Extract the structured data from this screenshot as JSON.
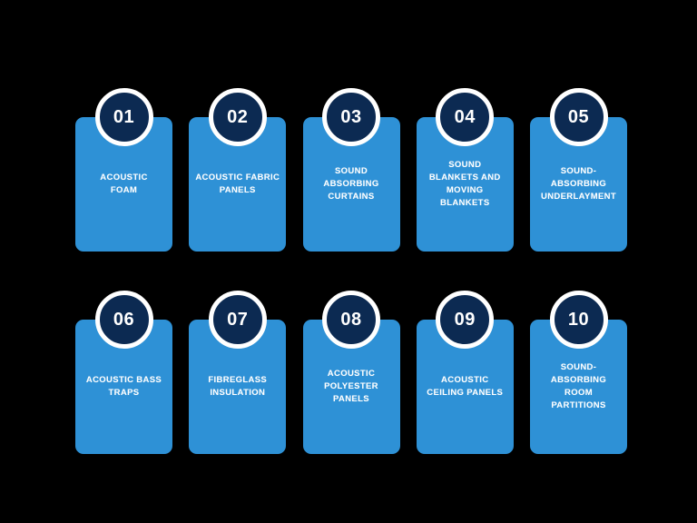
{
  "infographic": {
    "background_color": "#000000",
    "card_color": "#2E91D6",
    "badge_color": "#0C2A52",
    "badge_ring_color": "#FFFFFF",
    "label_color": "#FFFFFF"
  },
  "rows": [
    {
      "cards": [
        {
          "number": "01",
          "label": "ACOUSTIC\nFOAM"
        },
        {
          "number": "02",
          "label": "ACOUSTIC FABRIC\nPANELS"
        },
        {
          "number": "03",
          "label": "SOUND\nABSORBING\nCURTAINS"
        },
        {
          "number": "04",
          "label": "SOUND\nBLANKETS AND\nMOVING\nBLANKETS"
        },
        {
          "number": "05",
          "label": "SOUND-\nABSORBING\nUNDERLAYMENT"
        }
      ]
    },
    {
      "cards": [
        {
          "number": "06",
          "label": "ACOUSTIC BASS\nTRAPS"
        },
        {
          "number": "07",
          "label": "FIBREGLASS\nINSULATION"
        },
        {
          "number": "08",
          "label": "ACOUSTIC\nPOLYESTER\nPANELS"
        },
        {
          "number": "09",
          "label": "ACOUSTIC\nCEILING PANELS"
        },
        {
          "number": "10",
          "label": "SOUND-\nABSORBING\nROOM\nPARTITIONS"
        }
      ]
    }
  ]
}
